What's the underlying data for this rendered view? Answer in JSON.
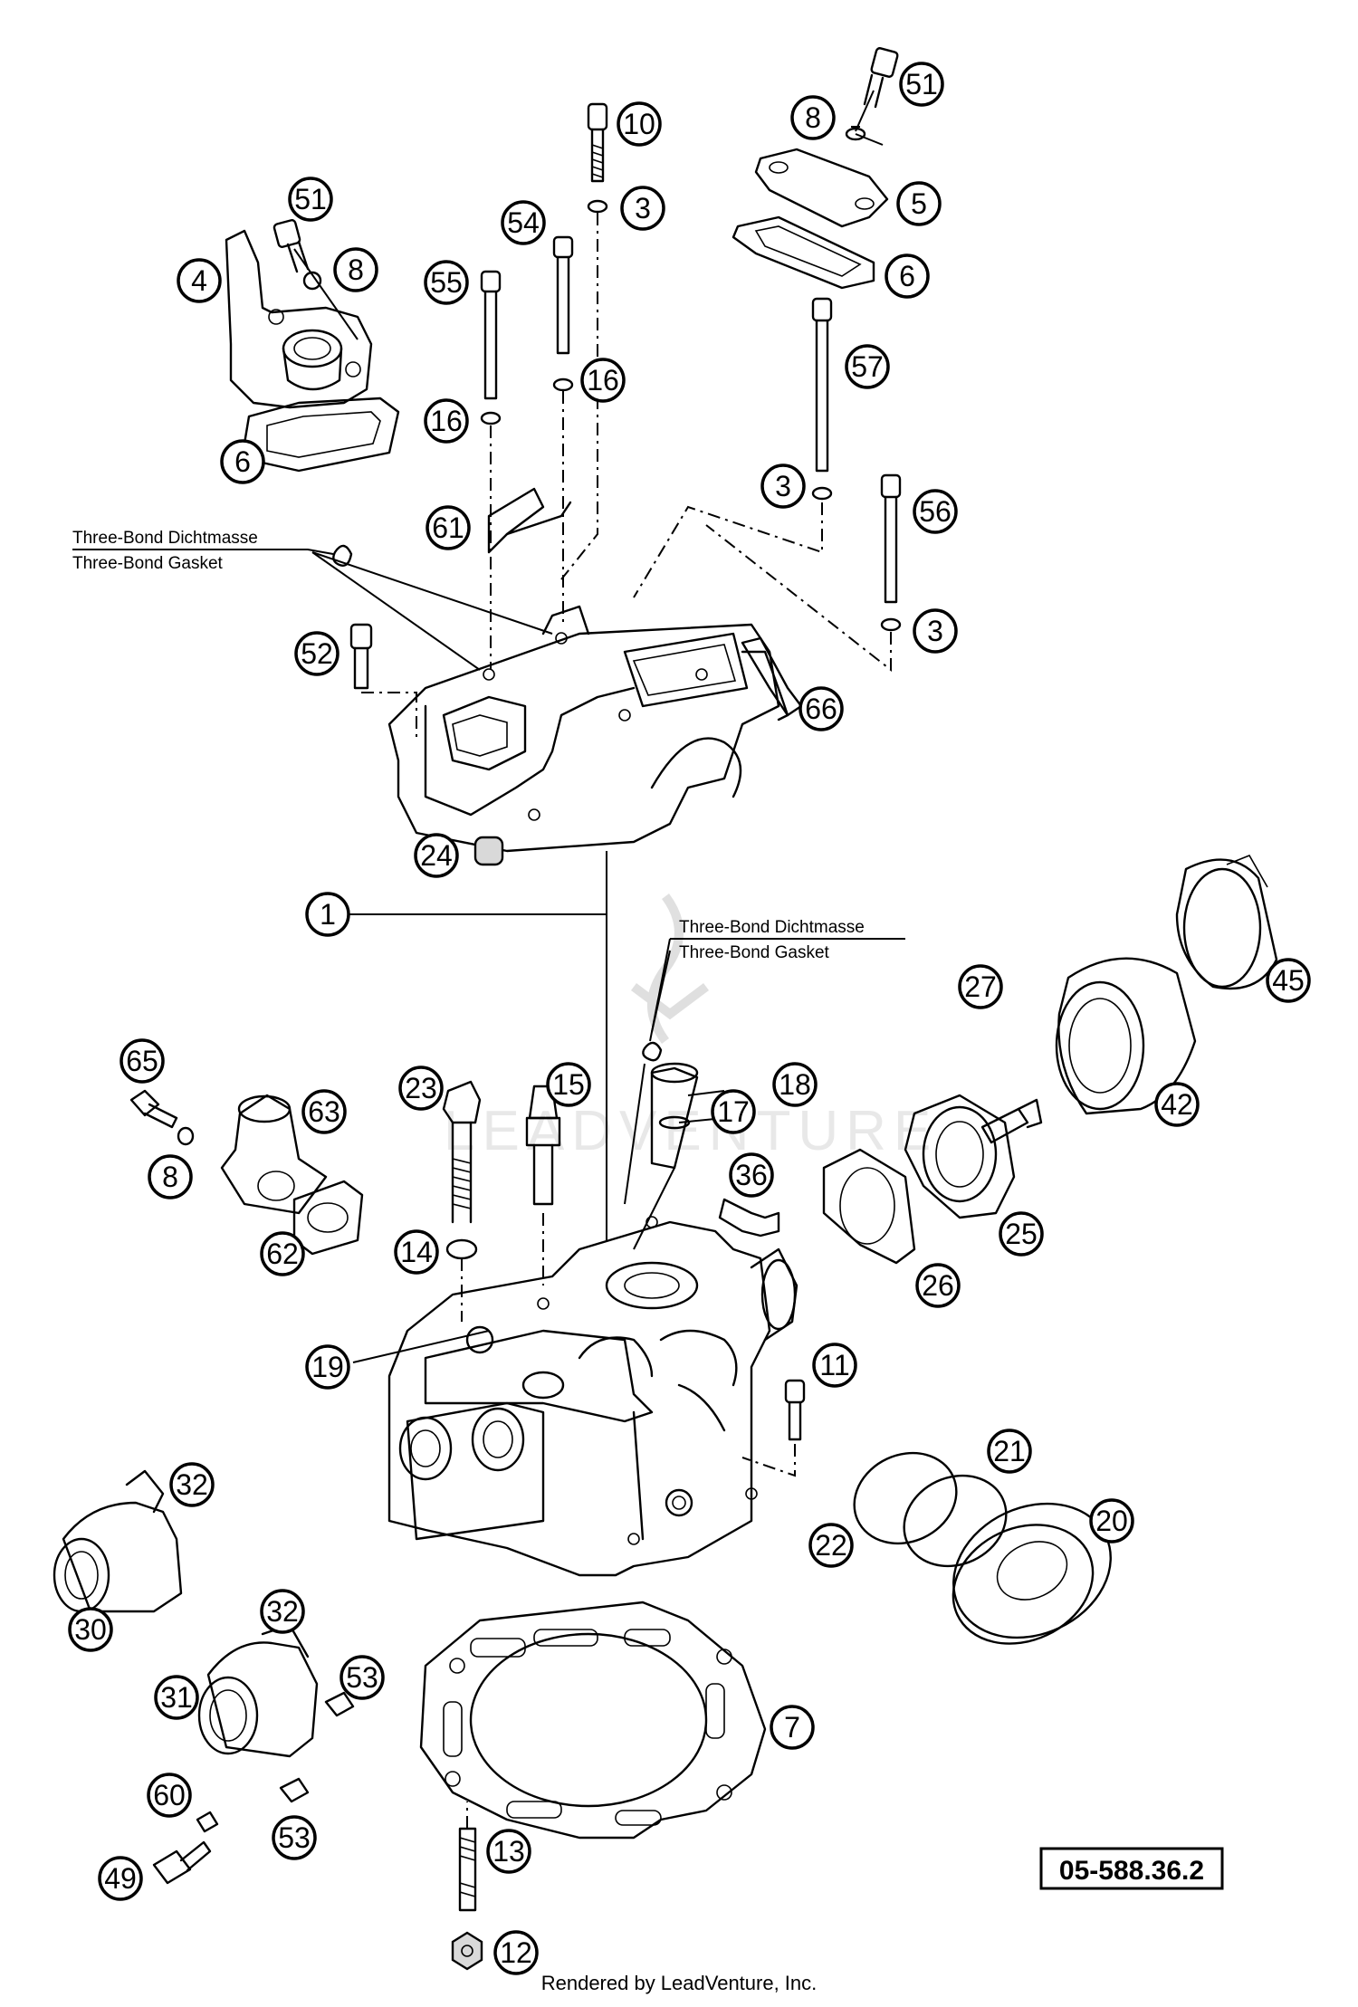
{
  "watermark": "LEADVENTURE",
  "reference_code": "05-588.36.2",
  "footer": "Rendered by LeadVenture, Inc.",
  "notes": [
    {
      "line1": "Three-Bond Dichtmasse",
      "line2": "Three-Bond Gasket"
    },
    {
      "line1": "Three-Bond Dichtmasse",
      "line2": "Three-Bond Gasket"
    }
  ],
  "callouts": [
    "51",
    "8",
    "10",
    "3",
    "5",
    "6",
    "51",
    "8",
    "4",
    "54",
    "55",
    "16",
    "16",
    "6",
    "57",
    "3",
    "56",
    "3",
    "61",
    "52",
    "66",
    "24",
    "1",
    "45",
    "27",
    "42",
    "23",
    "15",
    "18",
    "17",
    "65",
    "63",
    "8",
    "36",
    "25",
    "26",
    "62",
    "14",
    "19",
    "11",
    "21",
    "20",
    "22",
    "32",
    "30",
    "32",
    "53",
    "31",
    "7",
    "60",
    "53",
    "13",
    "49",
    "12"
  ]
}
